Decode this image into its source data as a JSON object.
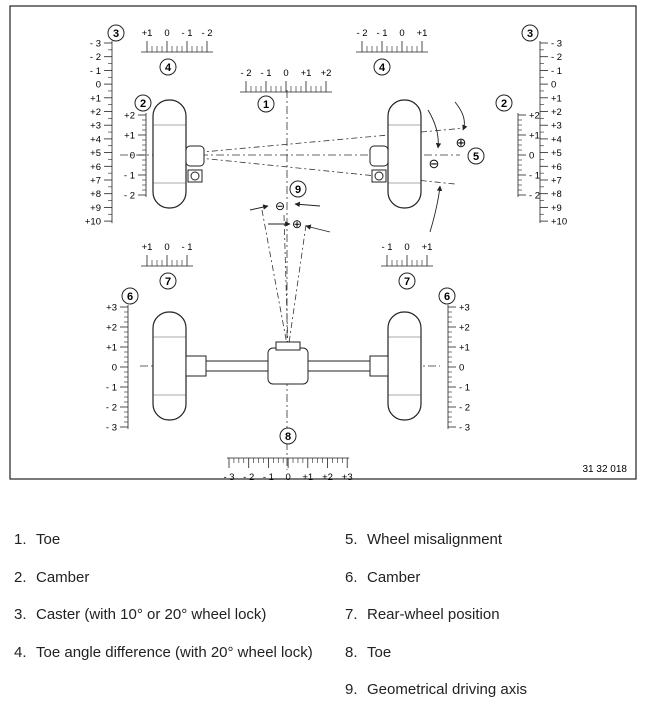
{
  "figure_code": "31 32 018",
  "callouts": {
    "caster_left": "3",
    "caster_right": "3",
    "toe_diff_left": "4",
    "toe_diff_right": "4",
    "toe_front": "1",
    "camber_front_left": "2",
    "camber_front_right": "2",
    "misalignment": "5",
    "driving_axis": "9",
    "rear_pos_left": "7",
    "rear_pos_right": "7",
    "camber_rear_left": "6",
    "camber_rear_right": "6",
    "toe_rear": "8"
  },
  "scales": {
    "caster_left": [
      "- 3",
      "- 2",
      "- 1",
      "0",
      "+1",
      "+2",
      "+3",
      "+4",
      "+5",
      "+6",
      "+7",
      "+8",
      "+9",
      "+10"
    ],
    "caster_right": [
      "- 3",
      "- 2",
      "- 1",
      "0",
      "+1",
      "+2",
      "+3",
      "+4",
      "+5",
      "+6",
      "+7",
      "+8",
      "+9",
      "+10"
    ],
    "toe_diff_left": [
      "+1",
      "0",
      "- 1",
      "- 2"
    ],
    "toe_diff_right": [
      "- 2",
      "- 1",
      "0",
      "+1"
    ],
    "toe_front": [
      "- 2",
      "- 1",
      "0",
      "+1",
      "+2"
    ],
    "camber_front": [
      "+2",
      "+1",
      "0",
      "- 1",
      "- 2"
    ],
    "rear_pos_left": [
      "+1",
      "0",
      "- 1"
    ],
    "rear_pos_right": [
      "- 1",
      "0",
      "+1"
    ],
    "camber_rear": [
      "+3",
      "+2",
      "+1",
      "0",
      "- 1",
      "- 2",
      "- 3"
    ],
    "toe_rear": [
      "- 3",
      "- 2",
      "- 1",
      "0",
      "+1",
      "+2",
      "+3"
    ]
  },
  "symbols": {
    "minus": "⊖",
    "plus": "⊕"
  },
  "legend": [
    {
      "num": "1.",
      "text": "Toe"
    },
    {
      "num": "2.",
      "text": "Camber"
    },
    {
      "num": "3.",
      "text": "Caster (with 10° or 20° wheel lock)"
    },
    {
      "num": "4.",
      "text": "Toe angle difference (with 20° wheel lock)"
    },
    {
      "num": "5.",
      "text": "Wheel misalignment"
    },
    {
      "num": "6.",
      "text": "Camber"
    },
    {
      "num": "7.",
      "text": "Rear-wheel position"
    },
    {
      "num": "8.",
      "text": "Toe"
    },
    {
      "num": "9.",
      "text": "Geometrical driving axis"
    }
  ]
}
